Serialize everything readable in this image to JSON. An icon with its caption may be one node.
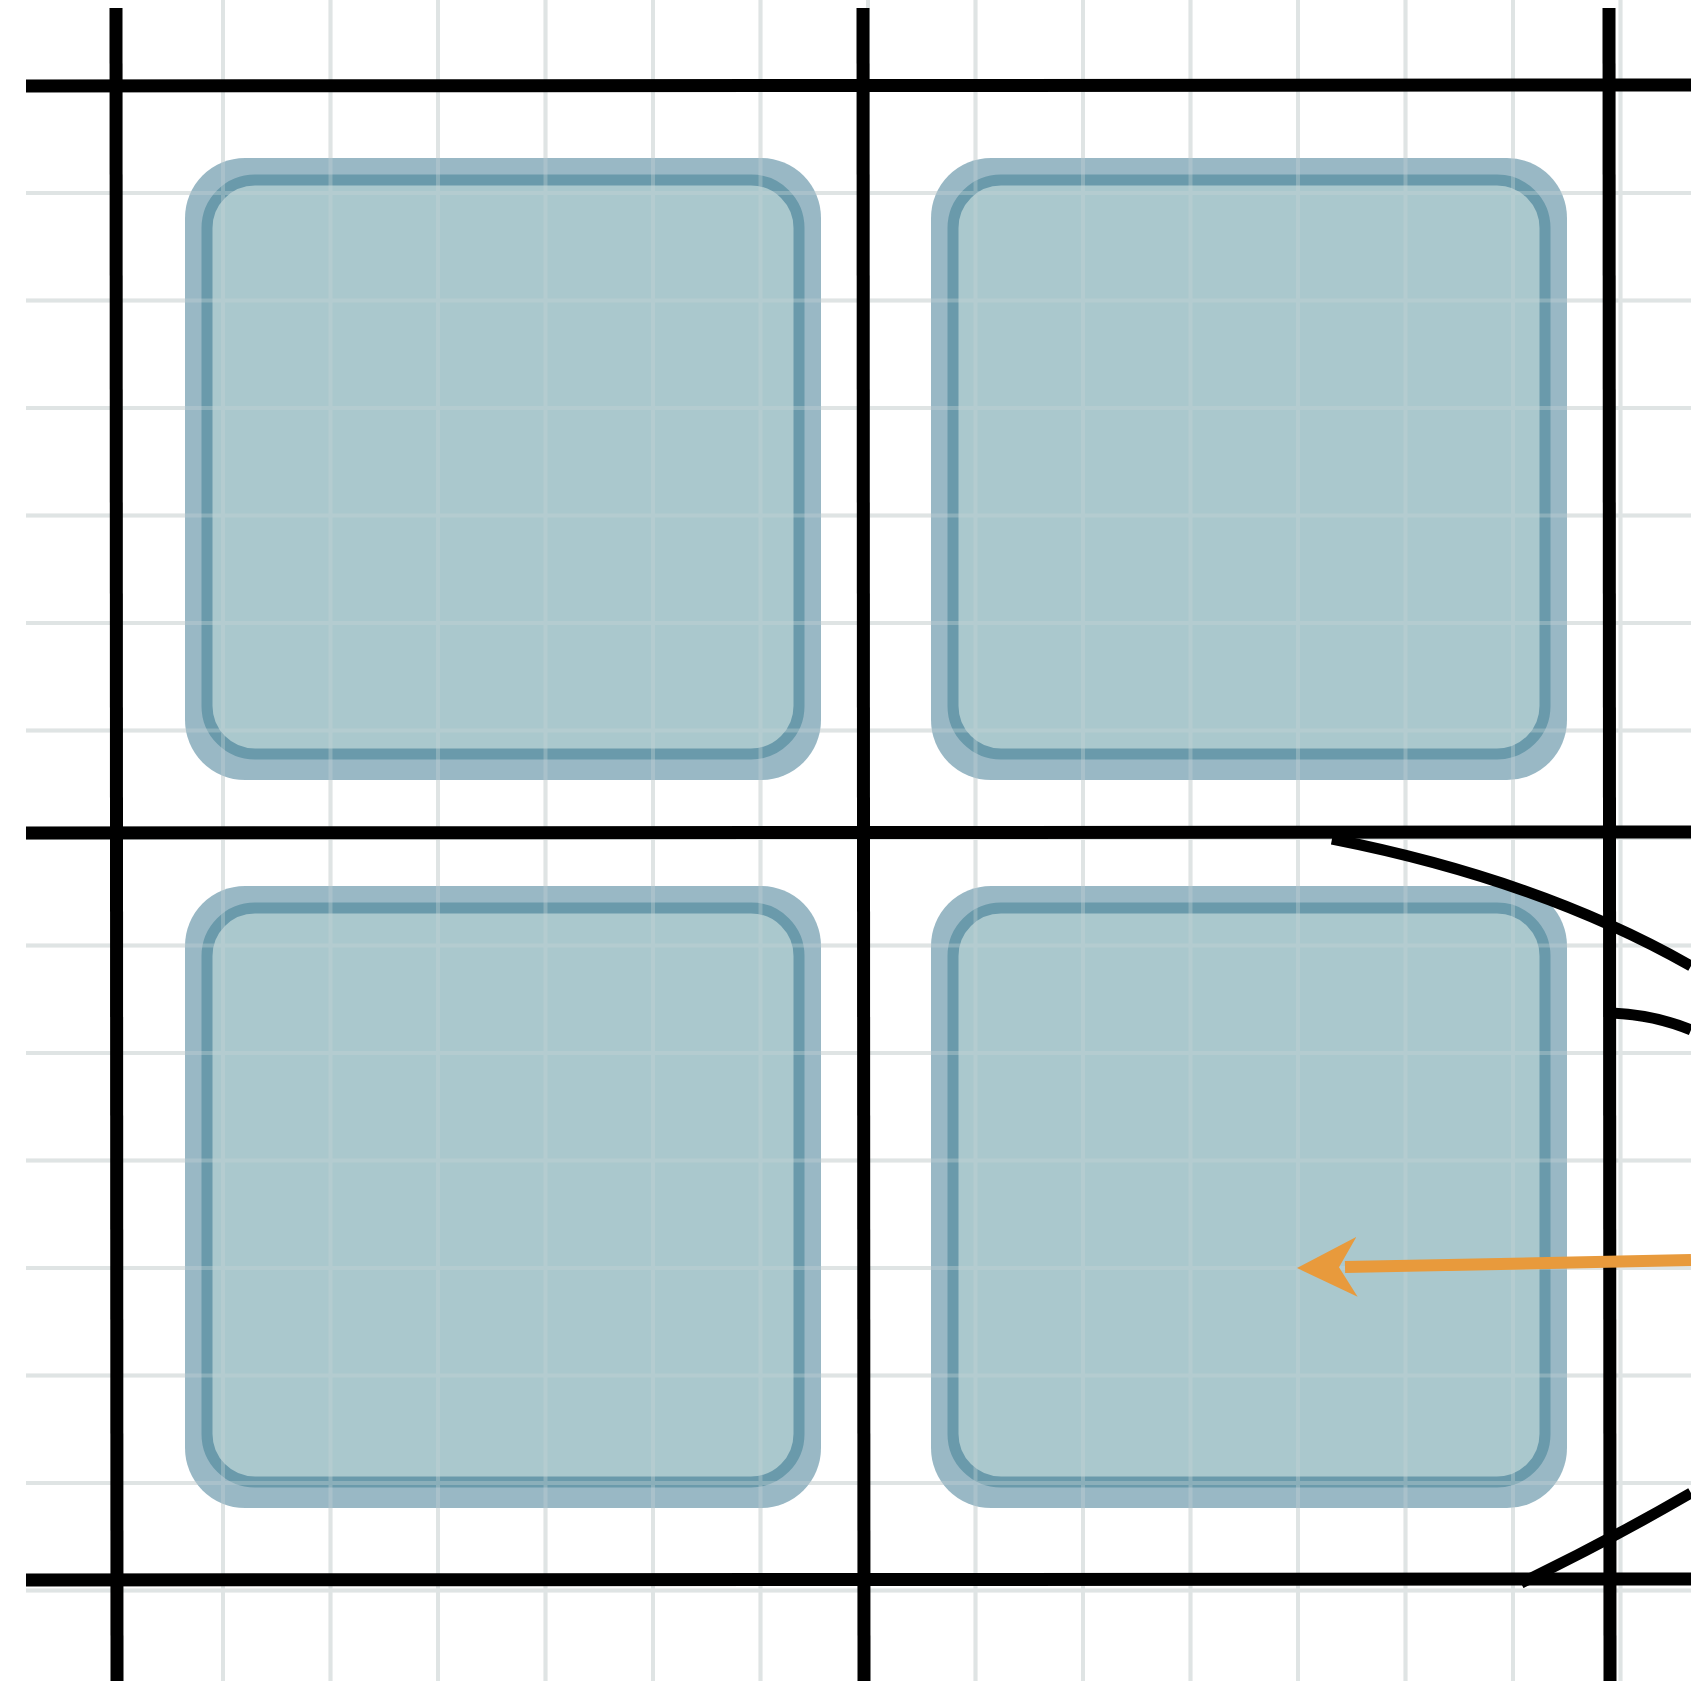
{
  "diagram": {
    "nodes": [
      {
        "text": [],
        "shape": "box"
      },
      {
        "text": [],
        "shape": "box"
      },
      {
        "text": [],
        "shape": "box"
      },
      {
        "text": [],
        "shape": "box"
      }
    ],
    "edges": [
      {
        "from": null,
        "to": 3,
        "arrow": "to",
        "color": "#e89a3c"
      }
    ]
  }
}
